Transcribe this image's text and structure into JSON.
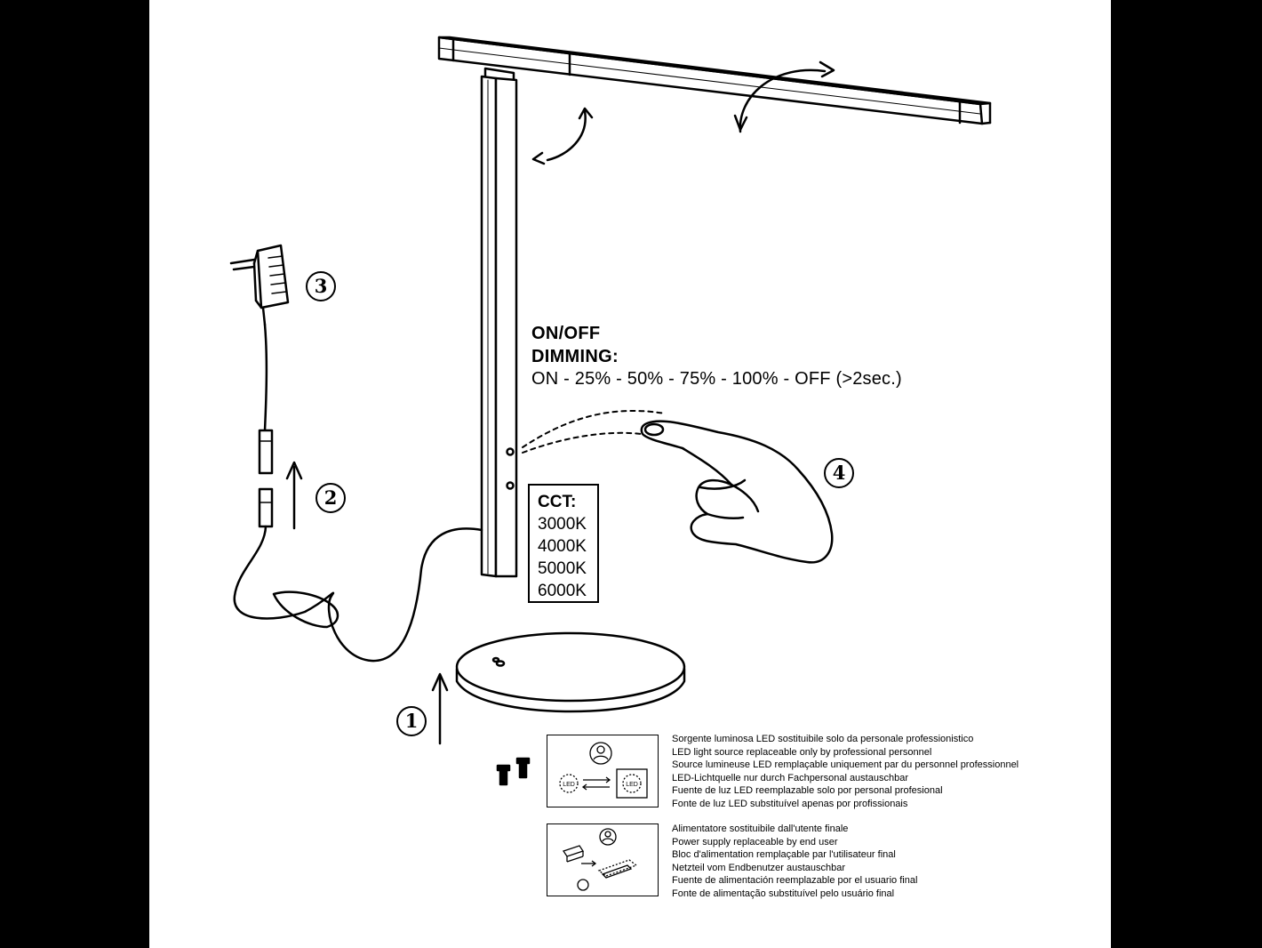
{
  "controls": {
    "onoff": "ON/OFF",
    "dimming": "DIMMING:",
    "sequence": "ON - 25% - 50% - 75% - 100% - OFF (>2sec.)"
  },
  "cct": {
    "title": "CCT:",
    "values": [
      "3000K",
      "4000K",
      "5000K",
      "6000K"
    ]
  },
  "steps": [
    "1",
    "2",
    "3",
    "4"
  ],
  "led_notice": {
    "icon_label_left": "LED",
    "icon_label_right": "LED",
    "lines": [
      "Sorgente luminosa LED sostituibile solo da personale professionistico",
      "LED light source replaceable only by professional personnel",
      "Source lumineuse LED remplaçable uniquement par du personnel professionnel",
      "LED-Lichtquelle nur durch Fachpersonal austauschbar",
      "Fuente de luz LED reemplazable solo por personal profesional",
      "Fonte de luz LED substituível apenas por profissionais"
    ]
  },
  "power_notice": {
    "lines": [
      "Alimentatore sostituibile dall'utente finale",
      "Power supply replaceable by end user",
      "Bloc d'alimentation remplaçable par l'utilisateur final",
      "Netzteil vom Endbenutzer austauschbar",
      "Fuente de alimentación reemplazable por el usuario final",
      "Fonte de alimentação substituível pelo usuário final"
    ]
  }
}
